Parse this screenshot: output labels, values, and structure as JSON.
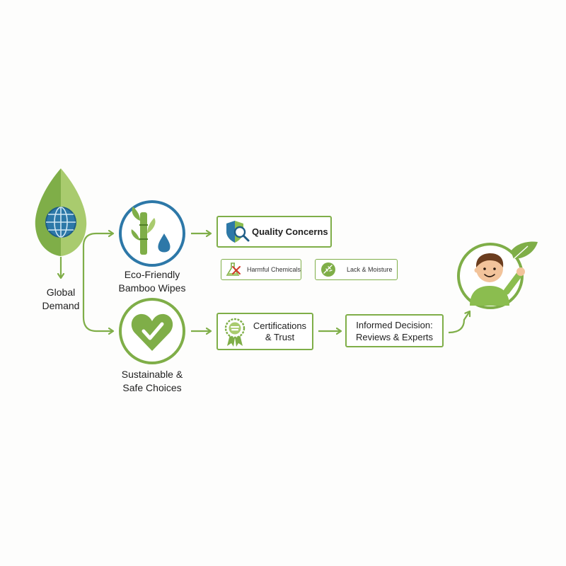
{
  "nodes": {
    "global_demand": {
      "label_line1": "Global",
      "label_line2": "Demand"
    },
    "bamboo_wipes": {
      "label_line1": "Eco-Friendly",
      "label_line2": "Bamboo Wipes"
    },
    "safe_choices": {
      "label_line1": "Sustainable &",
      "label_line2": "Safe Choices"
    },
    "quality_concerns": {
      "label": "Quality Concerns"
    },
    "harmful_chemicals": {
      "label": "Harmful Chemicals"
    },
    "lack_moisture": {
      "label": "Lack & Moisture"
    },
    "certifications": {
      "label_line1": "Certifications",
      "label_line2": "& Trust"
    },
    "informed_decision": {
      "label_line1": "Informed Decision:",
      "label_line2": "Reviews & Experts"
    }
  },
  "colors": {
    "green": "#7fae48",
    "dark_green": "#5d8c30",
    "blue": "#2d78a8",
    "light_green": "#a9cb6e",
    "red": "#d23a2a",
    "skin": "#f2c39b",
    "hair": "#6b3d1f"
  },
  "icons": [
    "leaf-globe-icon",
    "bamboo-drop-icon",
    "heart-check-icon",
    "shield-search-icon",
    "flask-icon",
    "dry-leaf-icon",
    "certificate-ribbon-icon",
    "happy-person-icon"
  ]
}
